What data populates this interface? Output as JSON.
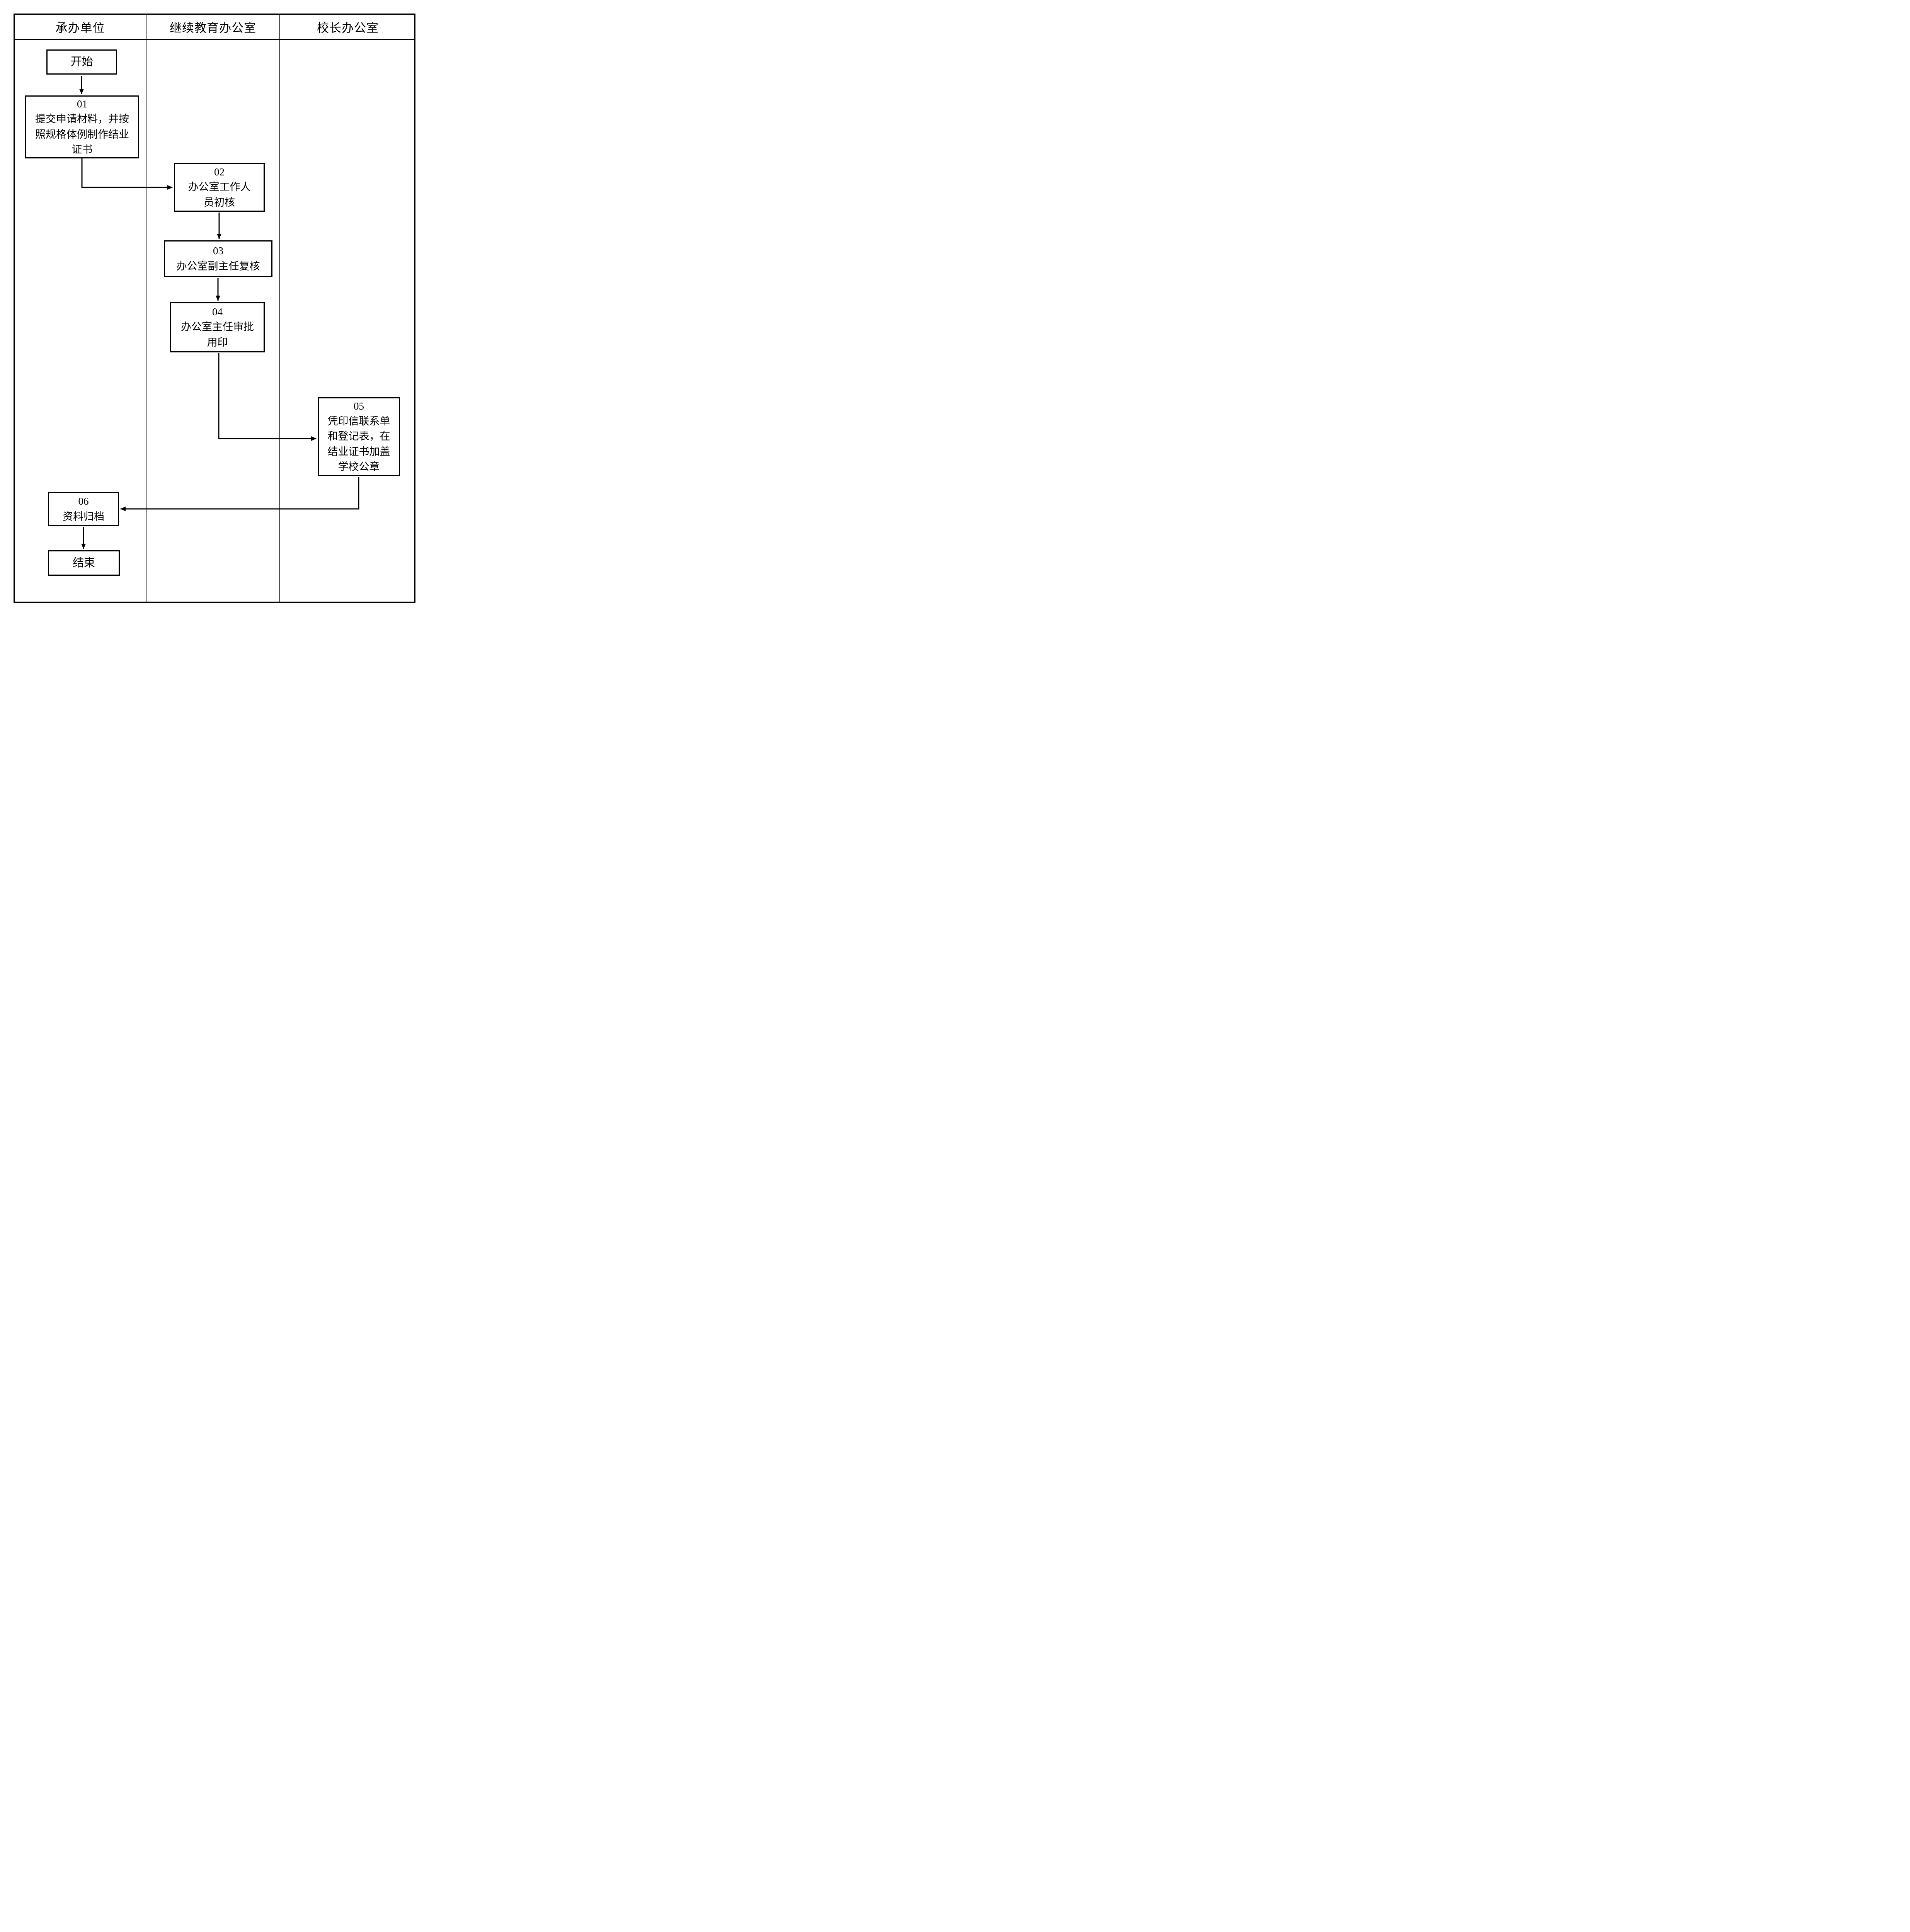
{
  "diagram": {
    "lanes": [
      {
        "label": "承办单位"
      },
      {
        "label": "继续教育办公室"
      },
      {
        "label": "校长办公室"
      }
    ],
    "nodes": {
      "start": {
        "label": "开始"
      },
      "step01": {
        "number": "01",
        "label": "提交申请材料，并按\n照规格体例制作结业\n证书"
      },
      "step02": {
        "number": "02",
        "label": "办公室工作人\n员初核"
      },
      "step03": {
        "number": "03",
        "label": "办公室副主任复核"
      },
      "step04": {
        "number": "04",
        "label": "办公室主任审批\n用印"
      },
      "step05": {
        "number": "05",
        "label": "凭印信联系单\n和登记表，在\n结业证书加盖\n学校公章"
      },
      "step06": {
        "number": "06",
        "label": "资料归档"
      },
      "end": {
        "label": "结束"
      }
    },
    "colors": {
      "line": "#000000",
      "background": "#ffffff"
    }
  }
}
